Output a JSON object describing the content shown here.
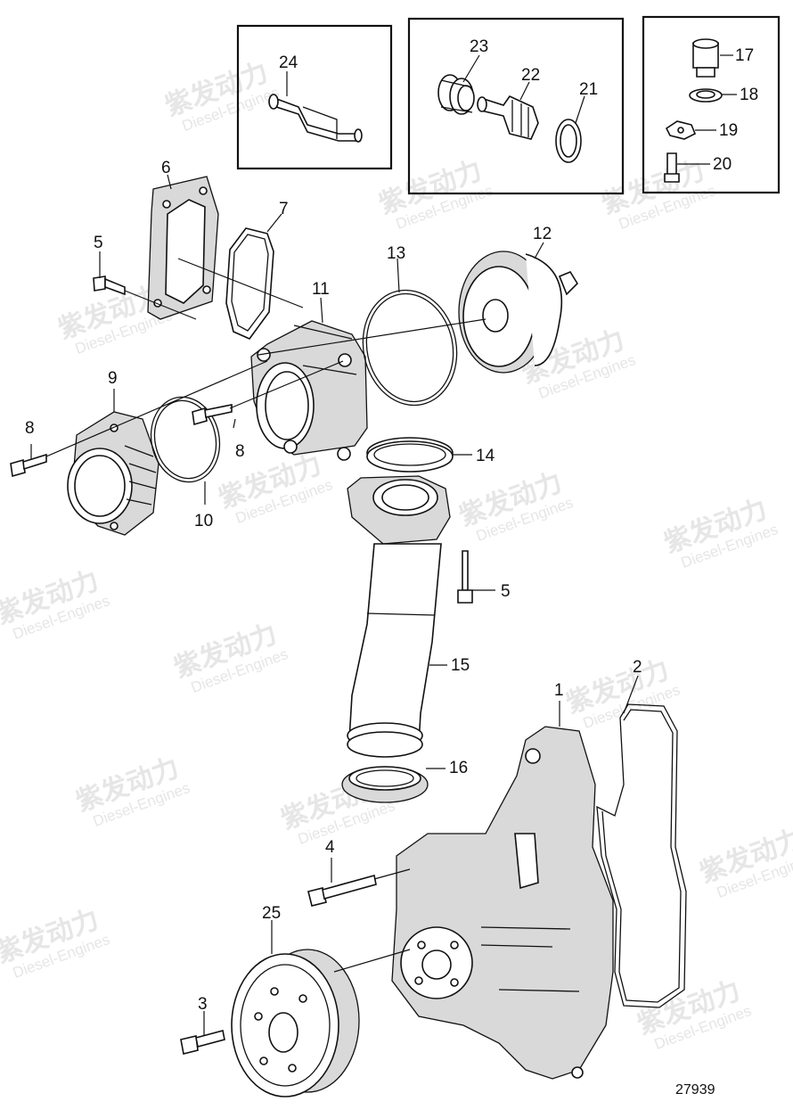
{
  "diagram": {
    "part_number": "27939",
    "watermark": {
      "brand": "紫发动力",
      "sub": "Diesel-Engines"
    },
    "callouts": {
      "c1": "1",
      "c2": "2",
      "c3": "3",
      "c4": "4",
      "c5a": "5",
      "c5b": "5",
      "c6": "6",
      "c7": "7",
      "c8a": "8",
      "c8b": "8",
      "c9": "9",
      "c10": "10",
      "c11": "11",
      "c12": "12",
      "c13": "13",
      "c14": "14",
      "c15": "15",
      "c16": "16",
      "c17": "17",
      "c18": "18",
      "c19": "19",
      "c20": "20",
      "c21": "21",
      "c22": "22",
      "c23": "23",
      "c24": "24",
      "c25": "25"
    }
  }
}
